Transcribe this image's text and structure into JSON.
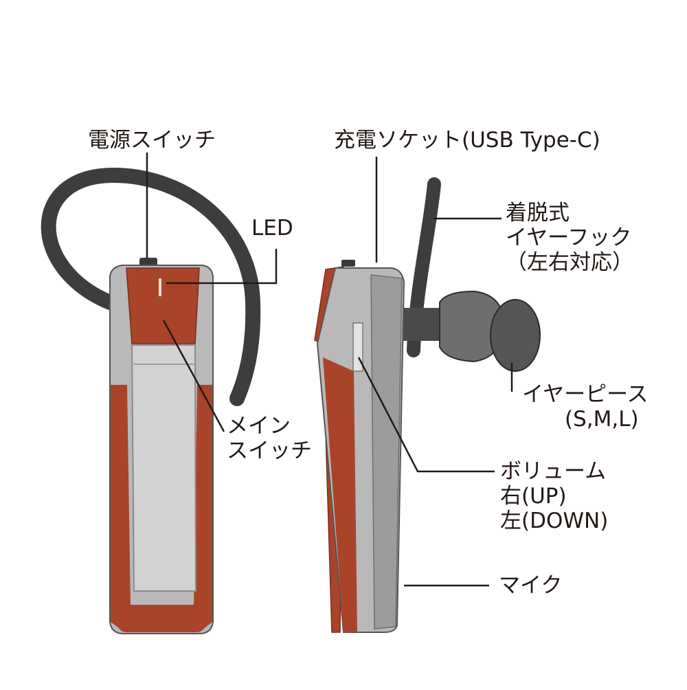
{
  "colors": {
    "red": "#a9442b",
    "red_dark": "#7e2c1b",
    "silver": "#b9b9b9",
    "silver_light": "#d2d2d2",
    "silver_dark": "#8a8a8a",
    "hook": "#3d3d3d",
    "line": "#231815"
  },
  "labels": {
    "power_switch": "電源スイッチ",
    "led": "LED",
    "main_switch": [
      "メイン",
      "スイッチ"
    ],
    "charging_socket": "充電ソケット(USB Type-C)",
    "ear_hook": [
      "着脱式",
      "イヤーフック",
      "（左右対応）"
    ],
    "ear_piece": [
      "イヤーピース",
      "(S,M,L)"
    ],
    "volume": [
      "ボリューム",
      "右(UP)",
      "左(DOWN)"
    ],
    "mic": "マイク"
  }
}
